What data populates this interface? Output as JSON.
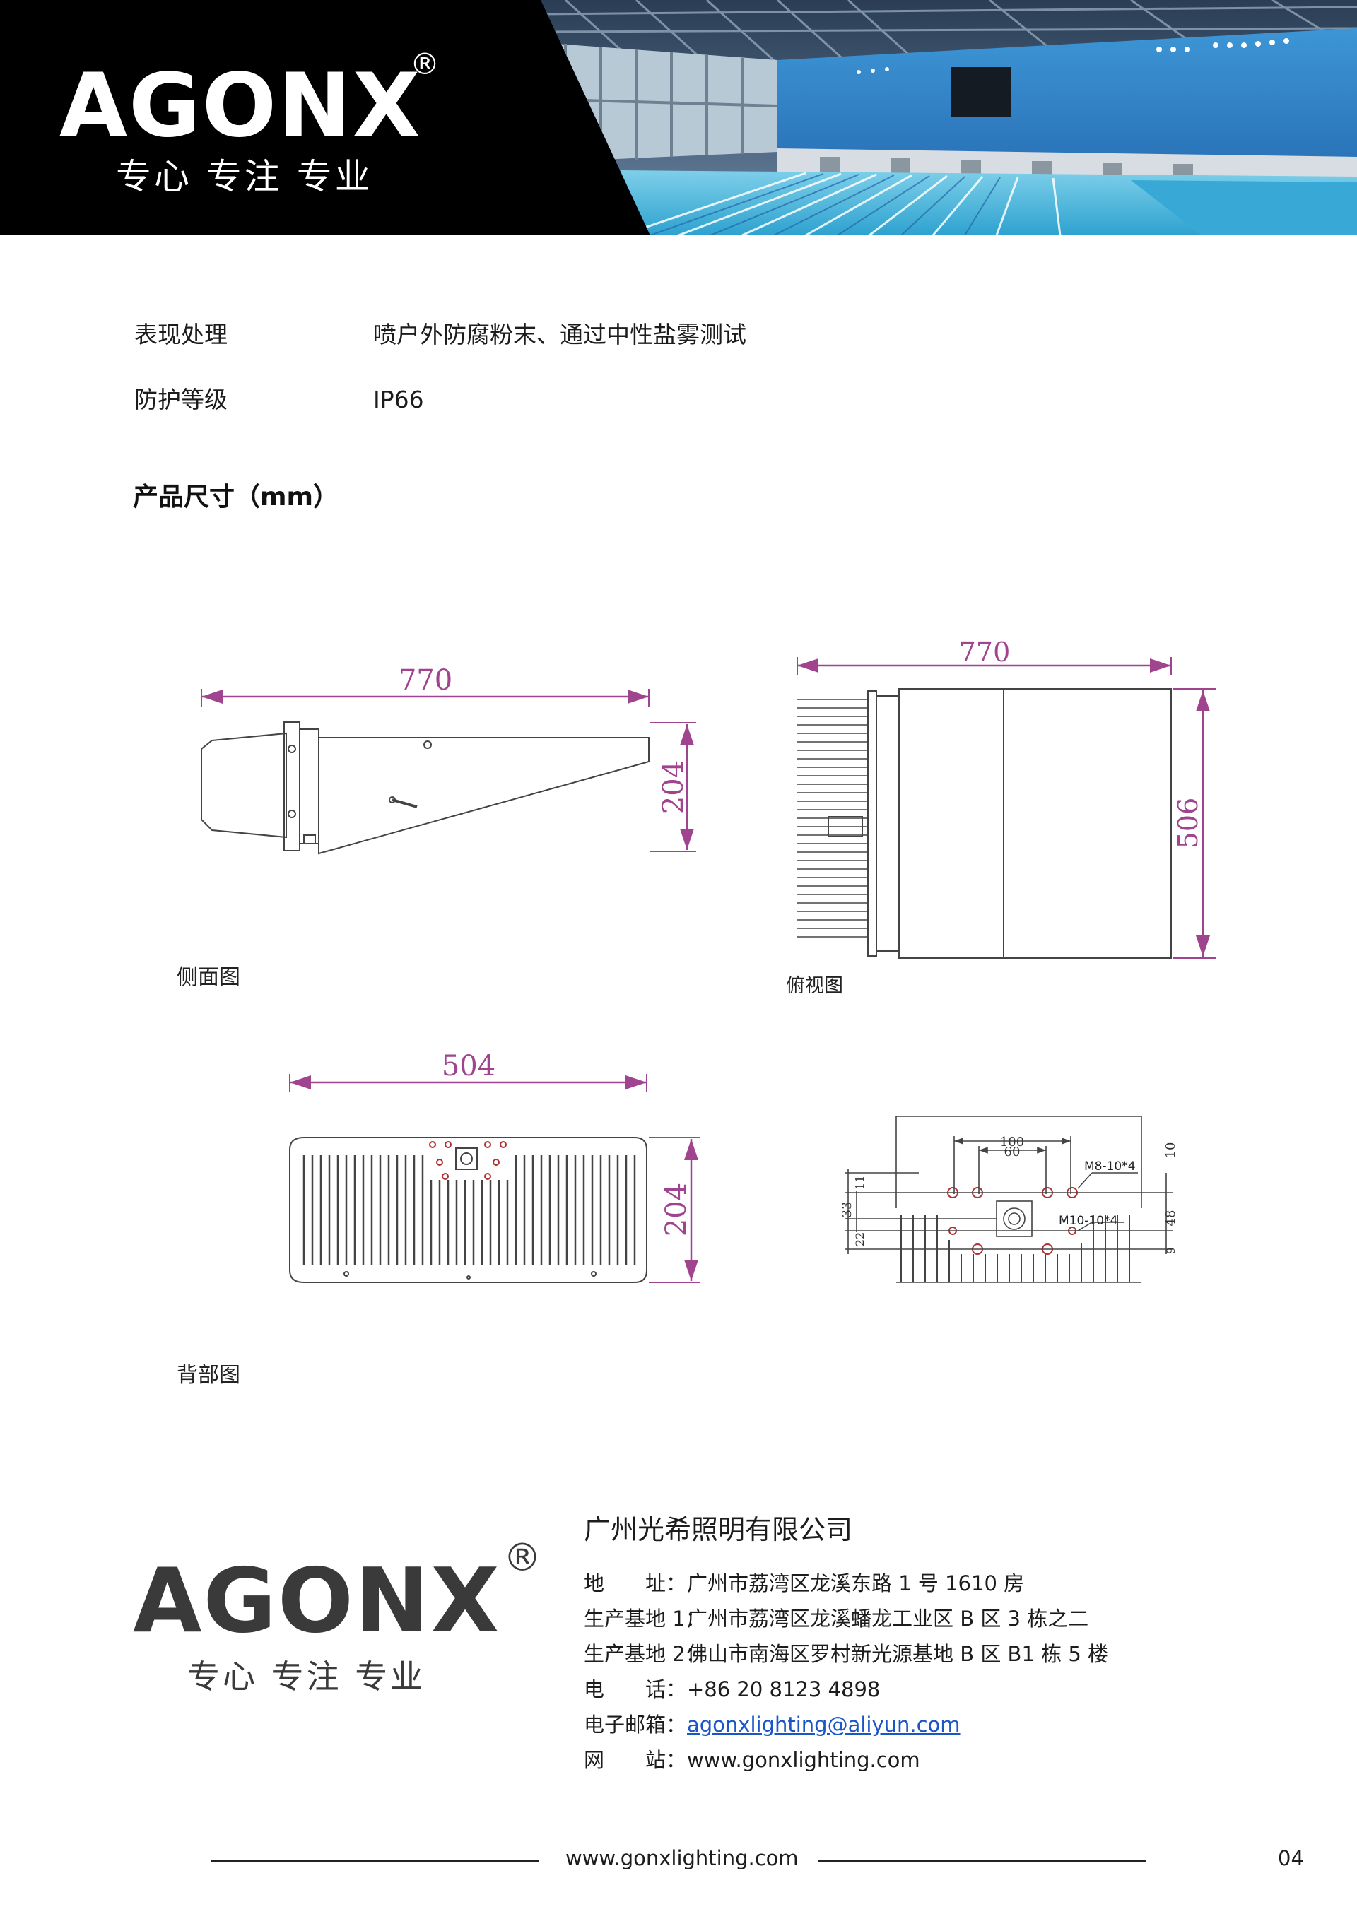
{
  "header": {
    "brand": "AGONX",
    "registered_mark": "®",
    "tagline": "专心 专注 专业"
  },
  "specs": [
    {
      "label": "表现处理",
      "value": "喷户外防腐粉末、通过中性盐雾测试"
    },
    {
      "label": "防护等级",
      "value": "IP66"
    }
  ],
  "dimensions_title": "产品尺寸（mm）",
  "drawings": {
    "side": {
      "caption": "侧面图",
      "width": "770",
      "height": "204"
    },
    "top": {
      "caption": "俯视图",
      "width": "770",
      "depth": "506"
    },
    "back": {
      "caption": "背部图",
      "width": "504",
      "height": "204"
    },
    "mount": {
      "dim_100": "100",
      "dim_60": "60",
      "dim_10": "10",
      "dim_48": "48",
      "dim_33": "33",
      "dim_11": "11",
      "dim_22": "22",
      "dim_9": "9",
      "hole_m8": "M8-10*4",
      "hole_m10": "M10-10*4"
    }
  },
  "footer": {
    "brand": "AGONX",
    "registered_mark": "®",
    "tagline": "专心 专注 专业",
    "company": "广州光希照明有限公司",
    "address_label": "地　　址：",
    "address": "广州市荔湾区龙溪东路 1 号 1610 房",
    "base1_label": "生产基地 1：",
    "base1": "广州市荔湾区龙溪蟠龙工业区 B 区 3 栋之二",
    "base2_label": "生产基地 2：",
    "base2": "佛山市南海区罗村新光源基地 B 区 B1 栋 5 楼",
    "phone_label": "电　　话：",
    "phone": "+86 20 8123 4898",
    "email_label": "电子邮箱：",
    "email": "agonxlighting@aliyun.com",
    "website_label": "网　　站：",
    "website": "www.gonxlighting.com",
    "bottom_url": "www.gonxlighting.com",
    "page_number": "04"
  },
  "colors": {
    "dimension": "#a0448f",
    "pool_water": "#4fb4d8",
    "wall_blue": "#3a8fd0",
    "link": "#1a56c4"
  }
}
